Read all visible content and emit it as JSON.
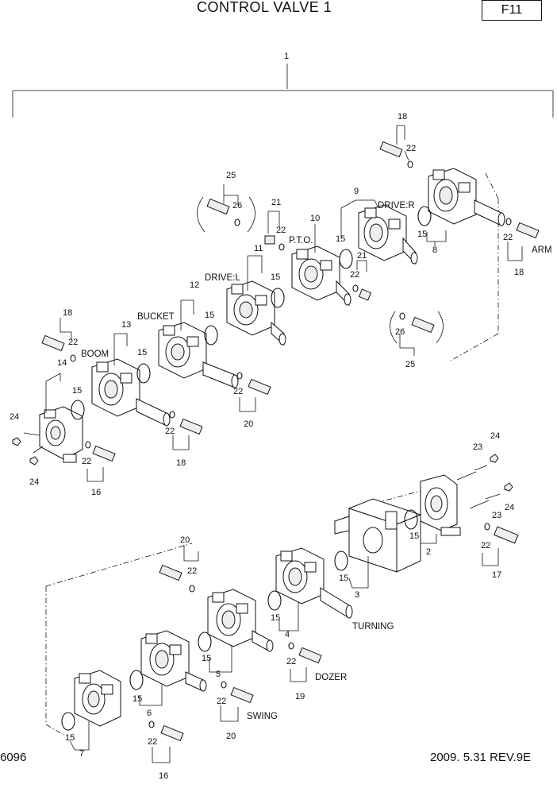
{
  "header": {
    "title": "CONTROL VALVE 1",
    "page_code": "F11"
  },
  "footer": {
    "drawing_no": "6096",
    "revision": "2009. 5.31 REV.9E"
  },
  "function_labels": {
    "drive_r": "DRIVE:R",
    "pto": "P.T.O.",
    "drive_l": "DRIVE:L",
    "bucket": "BUCKET",
    "boom": "BOOM",
    "arm": "ARM",
    "turning": "TURNING",
    "dozer": "DOZER",
    "swing": "SWING"
  },
  "part_numbers": {
    "n1": "1",
    "n18a": "18",
    "n22a": "22",
    "n25a": "25",
    "n26a": "26",
    "n21a": "21",
    "n22b": "22",
    "n9": "9",
    "n10": "10",
    "n11": "11",
    "n15a": "15",
    "n15b": "15",
    "n15c": "15",
    "n21b": "21",
    "n22c": "22",
    "n8": "8",
    "n22d": "22",
    "n18b": "18",
    "n12": "12",
    "n15d": "15",
    "n18c": "18",
    "n22e": "22",
    "n13": "13",
    "n15e": "15",
    "n14": "14",
    "n15f": "15",
    "n26b": "26",
    "n25b": "25",
    "n22f": "22",
    "n20a": "20",
    "n22g": "22",
    "n18d": "18",
    "n24a": "24",
    "n24b": "24",
    "n22h": "22",
    "n16a": "16",
    "n23a": "23",
    "n24c": "24",
    "n23b": "23",
    "n24d": "24",
    "n15g": "15",
    "n2": "2",
    "n22i": "22",
    "n17": "17",
    "n20b": "20",
    "n22j": "22",
    "n15h": "15",
    "n3": "3",
    "n15i": "15",
    "n4": "4",
    "n22k": "22",
    "n19": "19",
    "n15j": "15",
    "n5": "5",
    "n15k": "15",
    "n6": "6",
    "n22l": "22",
    "n20c": "20",
    "n15l": "15",
    "n7": "7",
    "n22m": "22",
    "n16b": "16"
  }
}
